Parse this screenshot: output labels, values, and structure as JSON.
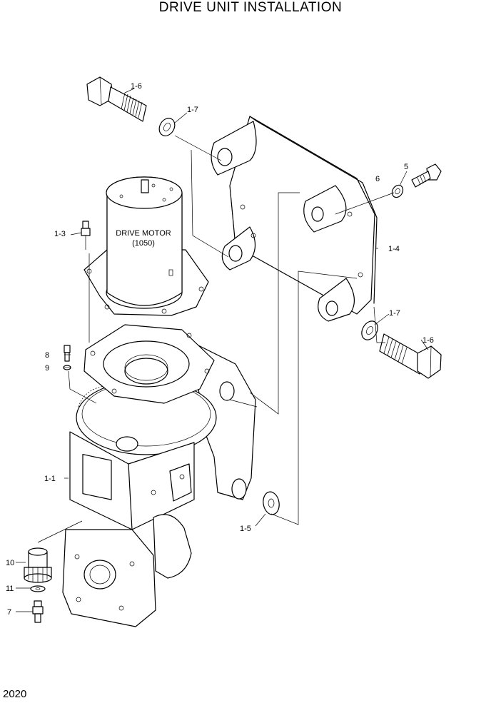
{
  "title": "DRIVE UNIT INSTALLATION",
  "page_number": "2020",
  "motor_label_line1": "DRIVE MOTOR",
  "motor_label_line2": "(1050)",
  "callouts": {
    "c1_6_top": "1-6",
    "c1_7_top": "1-7",
    "c5": "5",
    "c6": "6",
    "c1_3": "1-3",
    "c1_4": "1-4",
    "c1_7_right": "1-7",
    "c1_6_right": "1-6",
    "c8": "8",
    "c9": "9",
    "c1_1": "1-1",
    "c1_5": "1-5",
    "c10": "10",
    "c11": "11",
    "c7": "7"
  }
}
